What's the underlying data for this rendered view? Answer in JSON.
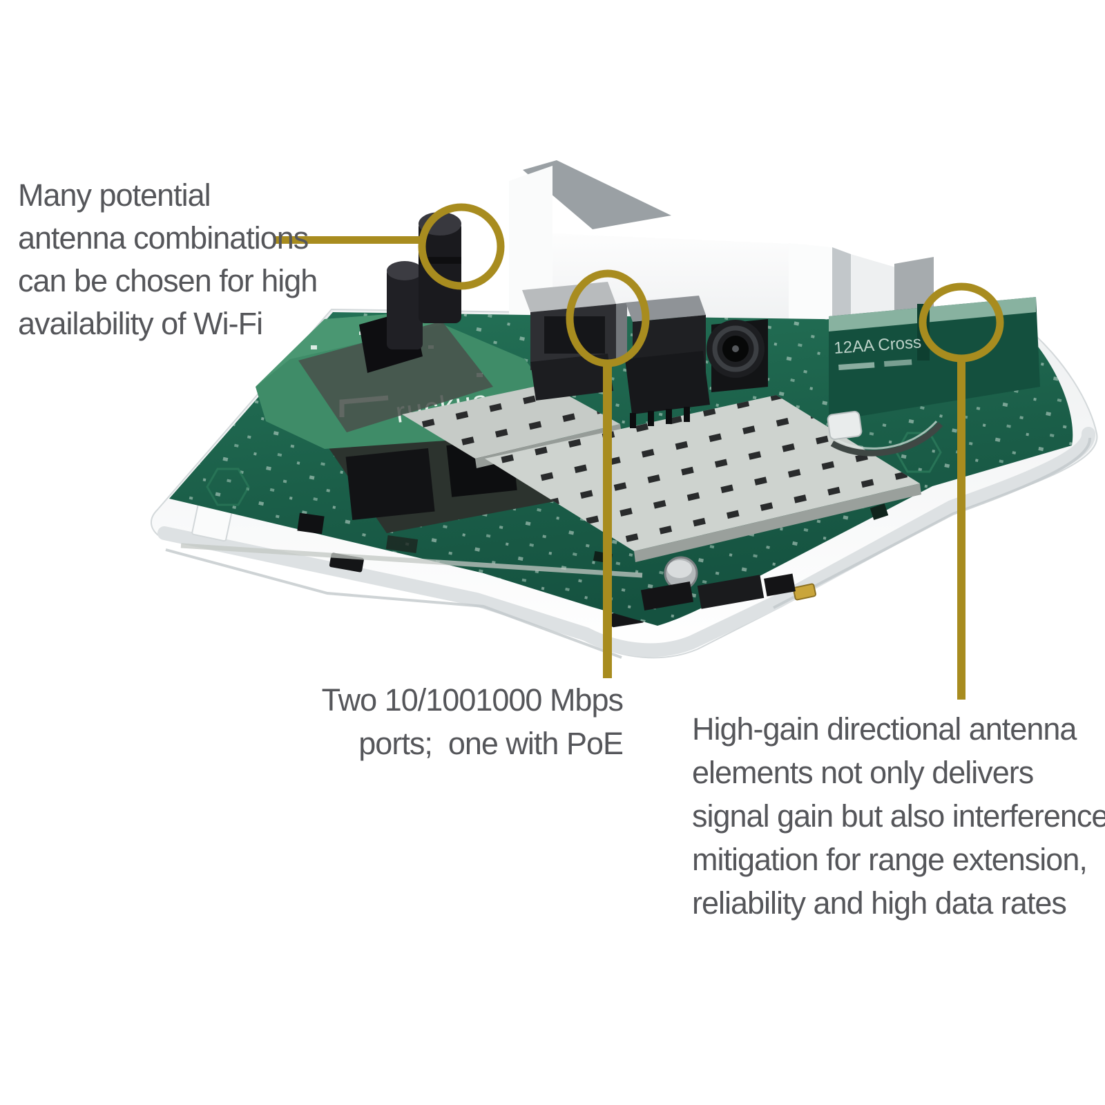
{
  "annotations": {
    "antenna_combinations": {
      "lines": [
        "Many potential",
        "antenna combinations",
        "can be chosen for high",
        "availability of Wi-Fi"
      ]
    },
    "ethernet_ports": {
      "lines": [
        "Two 10/1001000 Mbps",
        "ports;  one with PoE"
      ]
    },
    "high_gain": {
      "lines": [
        "High-gain directional antenna",
        "elements not only delivers",
        "signal gain but also interference",
        "mitigation for range extension,",
        "reliability and high data rates"
      ]
    }
  },
  "board": {
    "logo_text": "ruckus",
    "silkscreen_text": "12AA Cross"
  },
  "colors": {
    "callout_gold": "#a88c1f",
    "annotation_text": "#55565a",
    "pcb_green": "#1b5f49",
    "pcb_green_light": "#3f8c68",
    "antenna_board_green": "#14503e",
    "shield_gray": "#ccd1cd",
    "enclosure_white": "#f3f5f6"
  }
}
